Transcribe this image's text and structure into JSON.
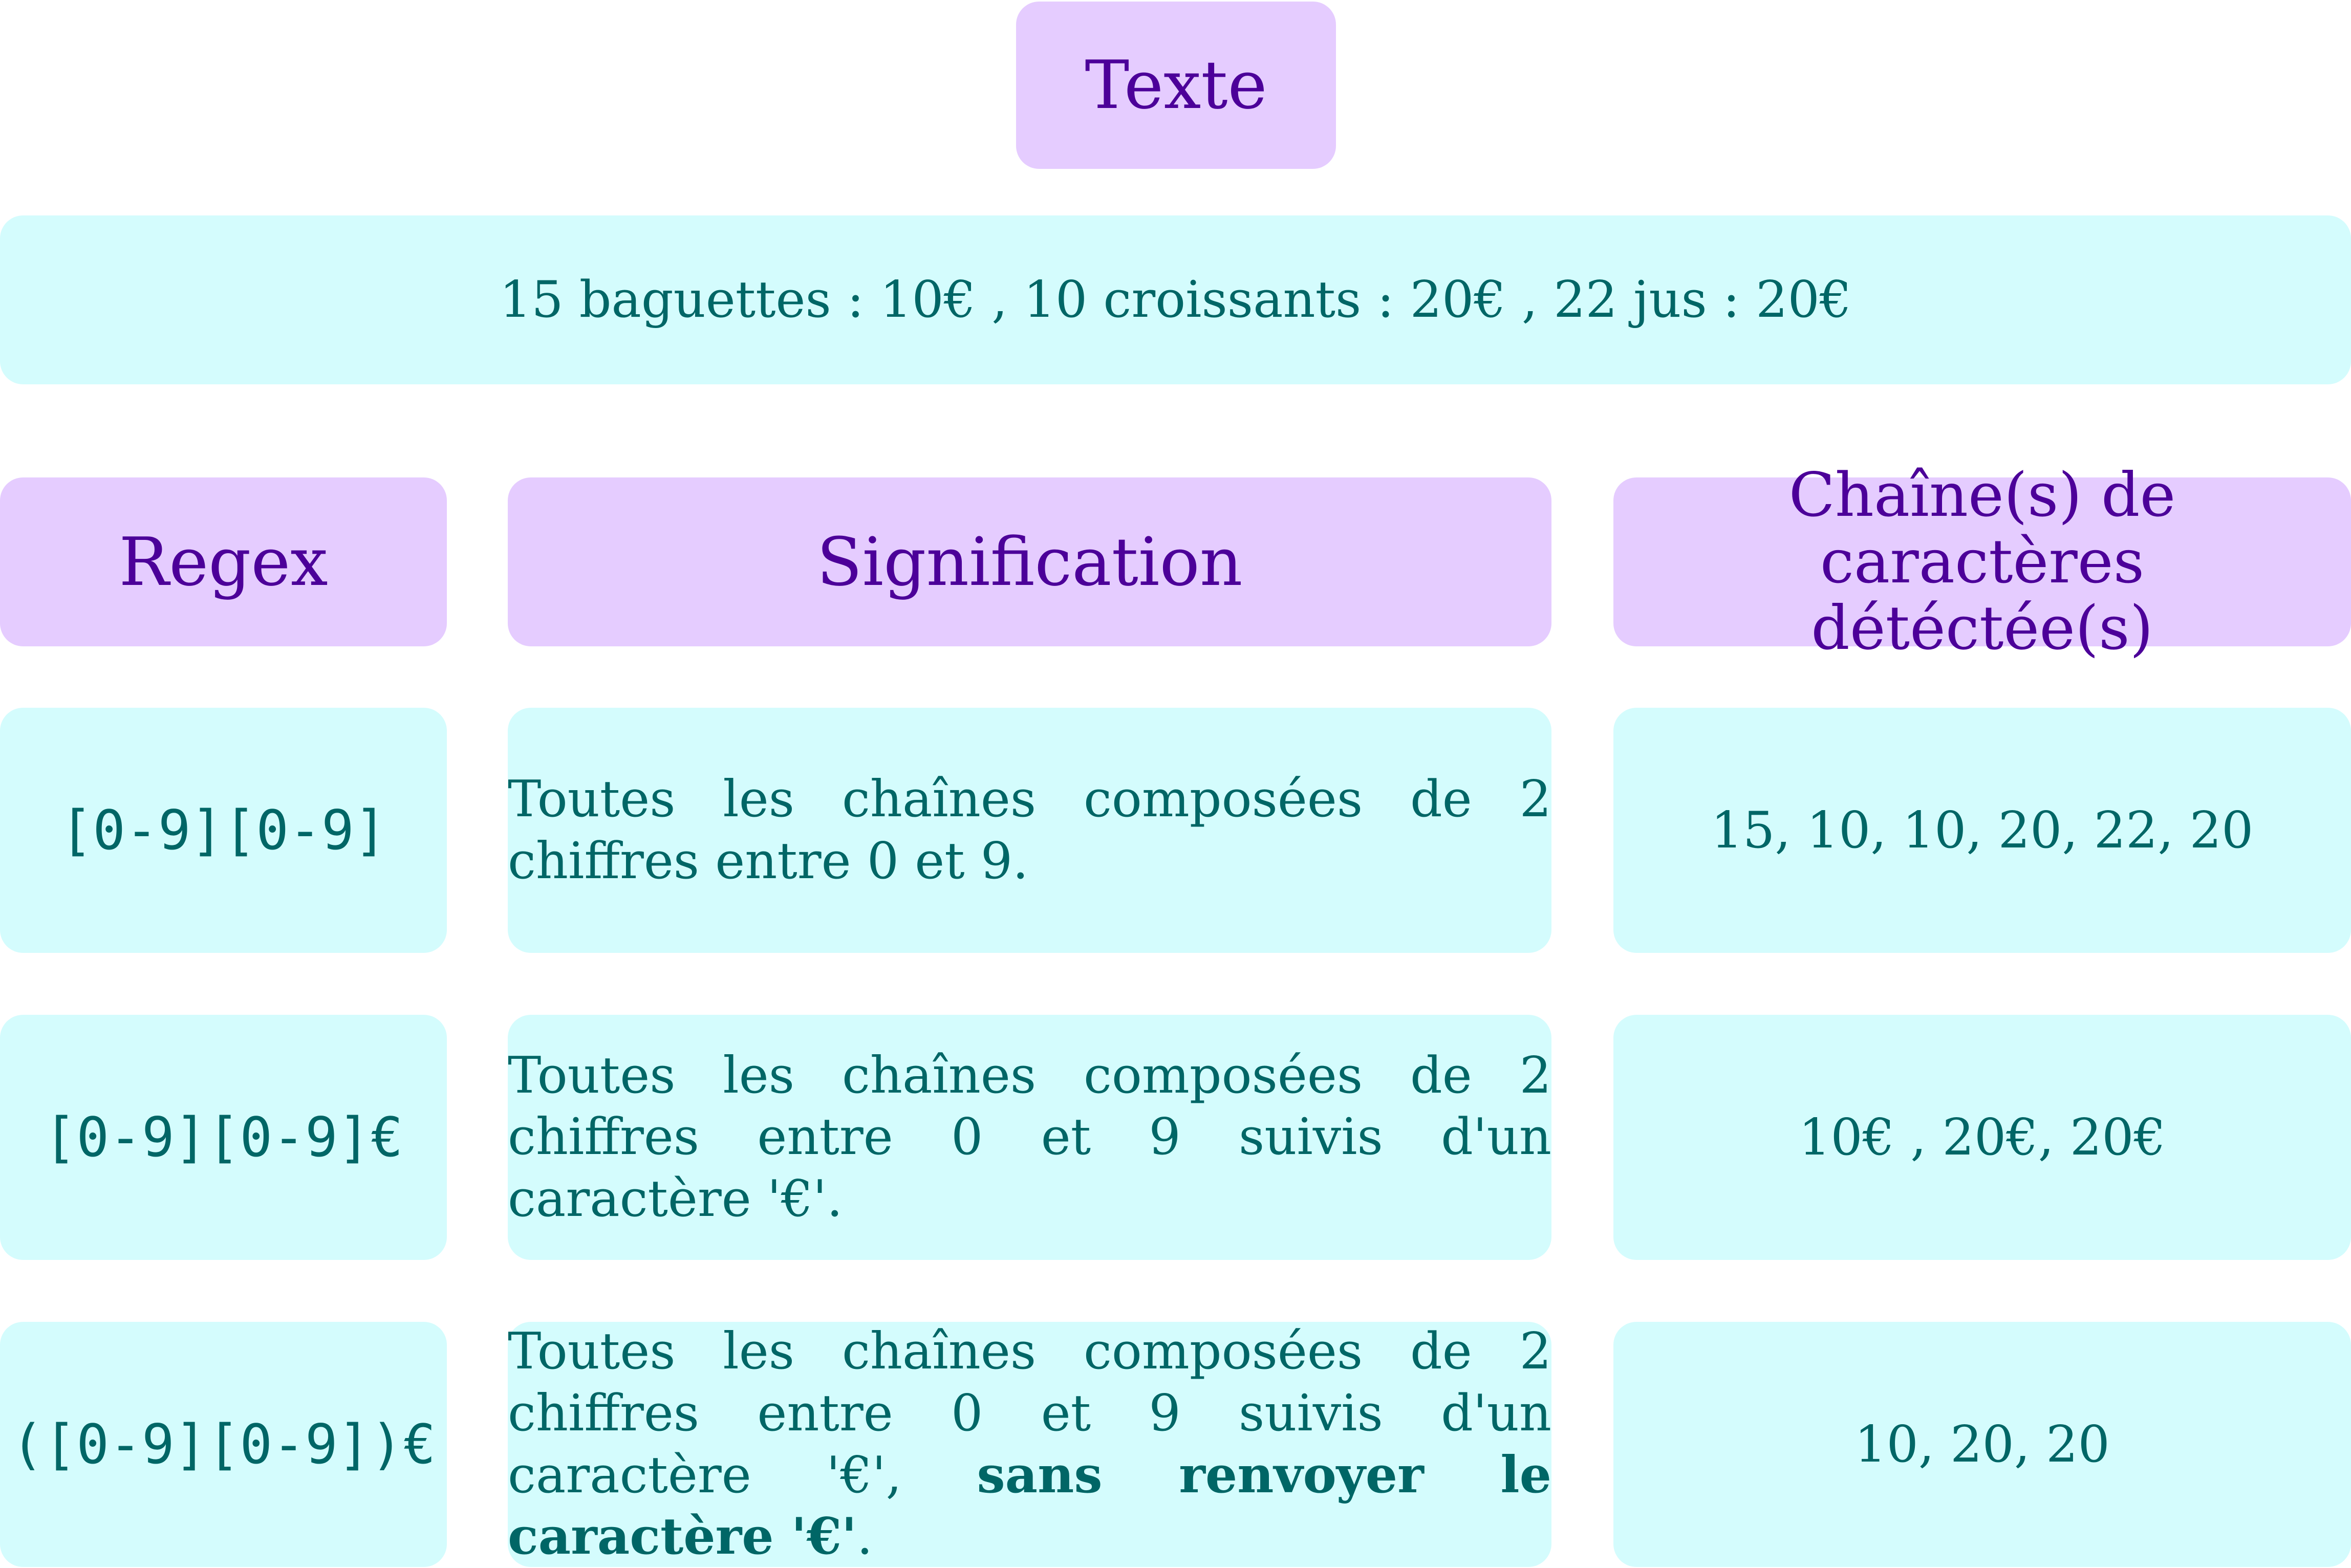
{
  "texte_title": "Texte",
  "texte_value": "15 baguettes : 10€ , 10 croissants : 20€ , 22 jus : 20€",
  "headers": {
    "regex": "Regex",
    "signification": "Signification",
    "detected": "Chaîne(s) de caractères détéctée(s)"
  },
  "rows": [
    {
      "regex": "[0-9][0-9]",
      "meaning": "Toutes les chaînes composées de 2 chiffres entre 0 et 9.",
      "detected": "15, 10, 10, 20, 22, 20"
    },
    {
      "regex": "[0-9][0-9]€",
      "meaning": "Toutes les chaînes composées de 2 chiffres entre 0 et 9 suivis d'un caractère '€'.",
      "detected": "10€ , 20€, 20€"
    },
    {
      "regex": "([0-9][0-9])€",
      "meaning": "Toutes les chaînes composées de 2 chiffres entre 0 et 9 suivis d'un caractère '€', ",
      "meaning_bold": "sans renvoyer le caractère '€'",
      "meaning_end": ".",
      "detected": "10, 20, 20"
    }
  ],
  "colors": {
    "header_fill": "#e5ccff",
    "header_text": "#4c0099",
    "cell_fill": "#d4fcfd",
    "cell_text": "#006666"
  }
}
